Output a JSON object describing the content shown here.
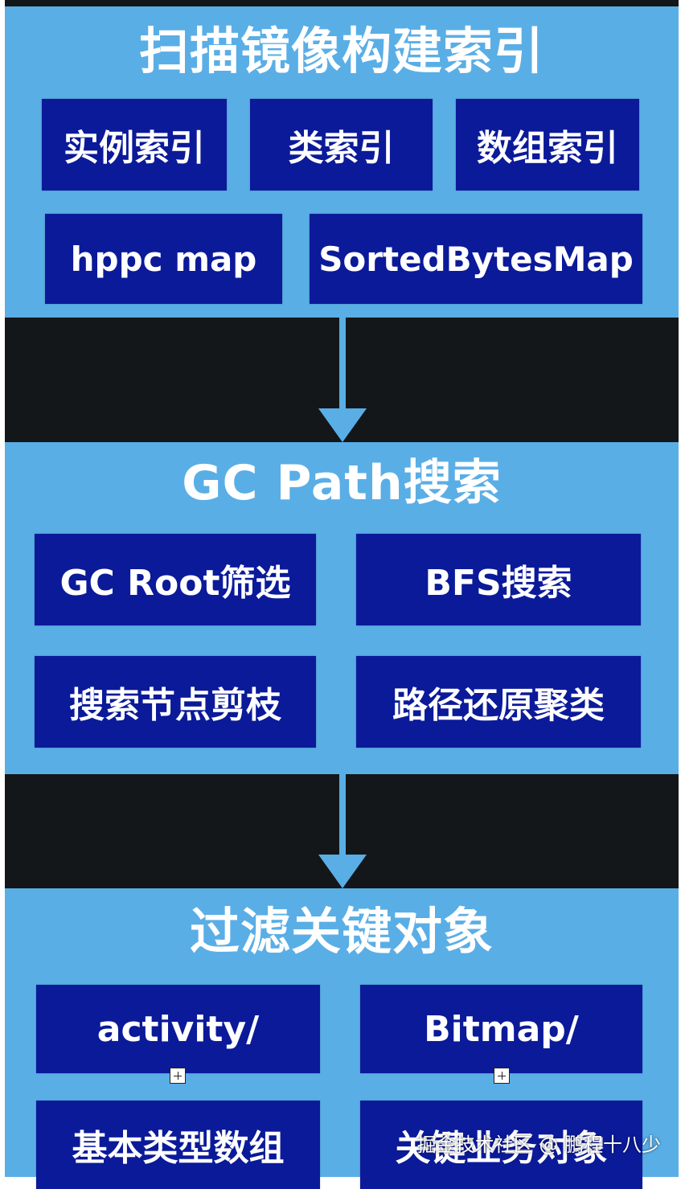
{
  "stage1": {
    "title": "扫描镜像构建索引",
    "boxes": [
      "实例索引",
      "类索引",
      "数组索引",
      "hppc map",
      "SortedBytesMap"
    ]
  },
  "stage2": {
    "title": "GC Path搜索",
    "boxes": [
      "GC Root筛选",
      "BFS搜索",
      "搜索节点剪枝",
      "路径还原聚类"
    ]
  },
  "stage3": {
    "title": "过滤关键对象",
    "boxes": [
      "activity/",
      "Bitmap/",
      "基本类型数组",
      "关键业务对象"
    ]
  },
  "watermark": "掘金技术社区 @ 鹏程十八少",
  "colors": {
    "stage_bg": "#5aaee6",
    "box_bg": "#0b1a99",
    "background": "#141719",
    "text": "#ffffff"
  }
}
